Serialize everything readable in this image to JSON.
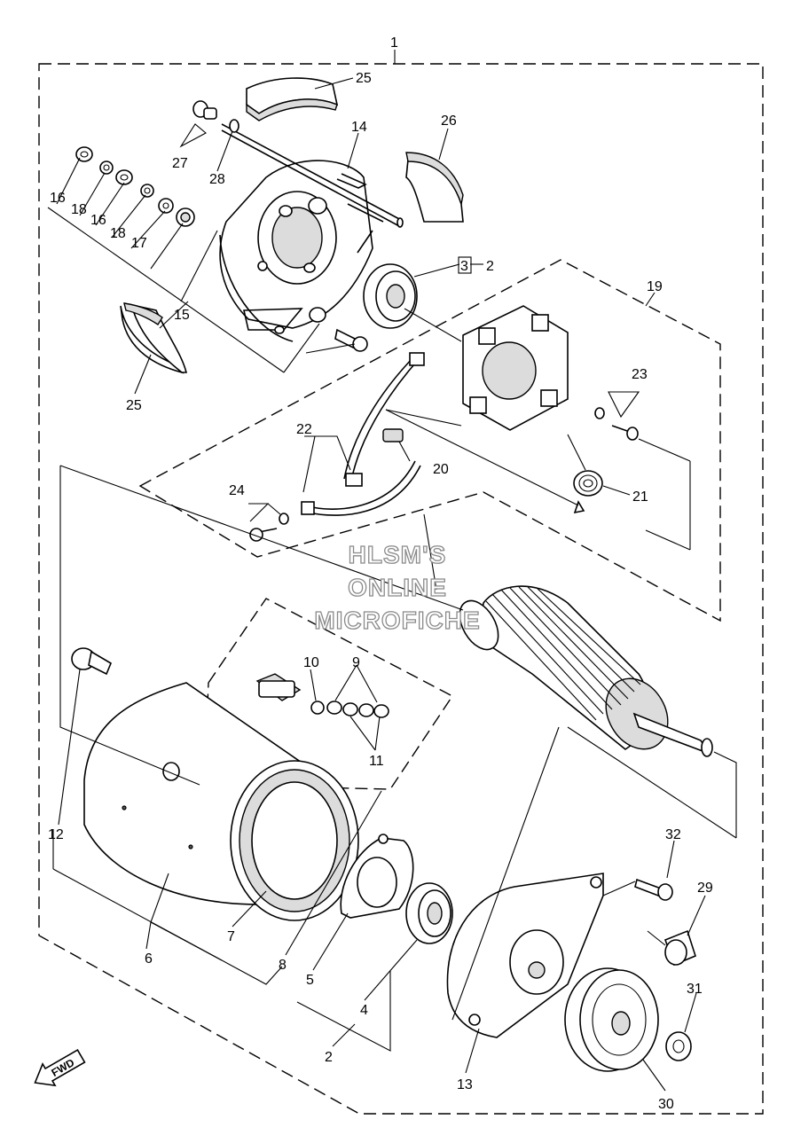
{
  "diagram": {
    "callouts": {
      "c1": "1",
      "c2a": "2",
      "c2b": "2",
      "c3": "3",
      "c4": "4",
      "c5": "5",
      "c6": "6",
      "c7": "7",
      "c8": "8",
      "c9": "9",
      "c10": "10",
      "c11": "11",
      "c12": "12",
      "c13": "13",
      "c14": "14",
      "c15": "15",
      "c16a": "16",
      "c16b": "16",
      "c17": "17",
      "c18a": "18",
      "c18b": "18",
      "c19": "19",
      "c20": "20",
      "c21": "21",
      "c22": "22",
      "c23": "23",
      "c24": "24",
      "c25a": "25",
      "c25b": "25",
      "c26": "26",
      "c27": "27",
      "c28": "28",
      "c29": "29",
      "c30": "30",
      "c31": "31",
      "c32": "32"
    },
    "fwd_label": "FWD",
    "watermark": {
      "line1": "HLSM'S",
      "line2": "ONLINE",
      "line3": "MICROFICHE"
    }
  }
}
